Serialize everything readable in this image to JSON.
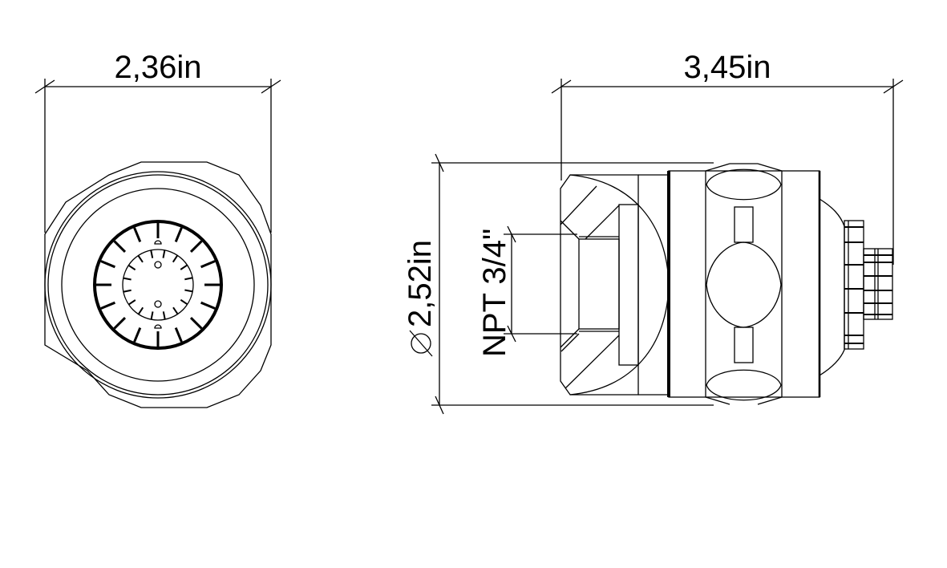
{
  "drawing": {
    "background": "#ffffff",
    "line_color": "#000000",
    "front_view": {
      "width_dimension": "2,36in"
    },
    "side_view": {
      "length_dimension": "3,45in",
      "diameter_dimension": "2,52in",
      "diameter_symbol": "diameter-symbol",
      "thread_dimension": "NPT 3/4\""
    }
  }
}
